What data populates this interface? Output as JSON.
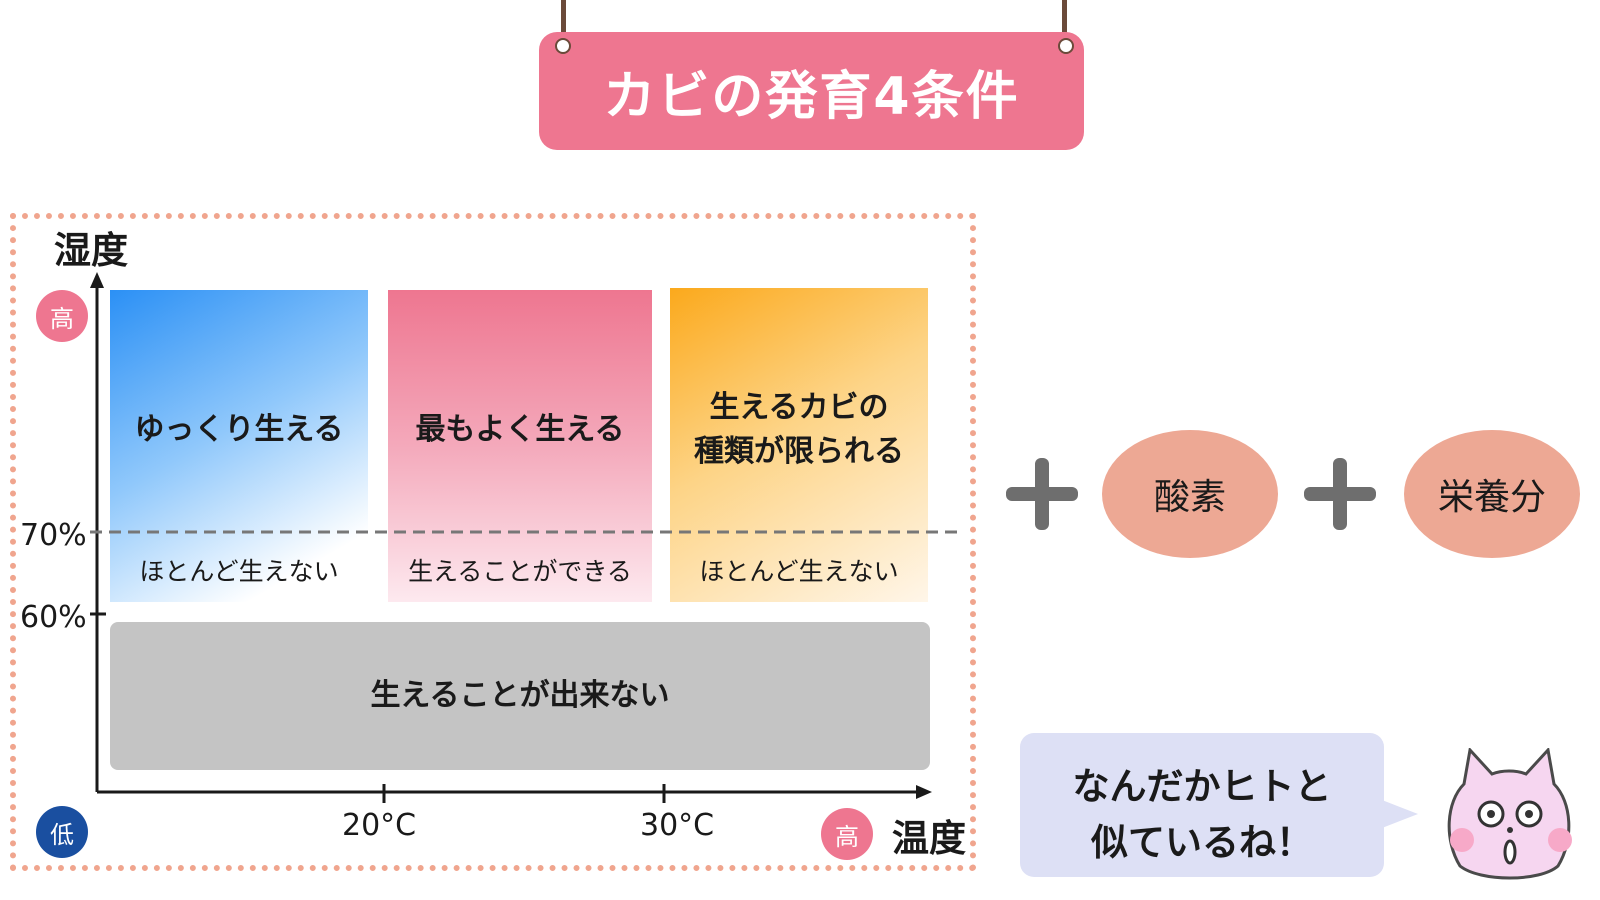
{
  "title": "カビの発育4条件",
  "axes": {
    "y_label": "湿度",
    "x_label": "温度",
    "y_high_badge": "高",
    "origin_badge": "低",
    "x_high_badge": "高",
    "y_ticks": [
      "70%",
      "60%"
    ],
    "x_ticks": [
      "20°C",
      "30°C"
    ]
  },
  "zones": {
    "cold": {
      "main": "ゆっくり生える",
      "below70": "ほとんど生えない"
    },
    "mid": {
      "main": "最もよく生える",
      "below70": "生えることができる"
    },
    "hot": {
      "main_line1": "生えるカビの",
      "main_line2": "種類が限られる",
      "below70": "ほとんど生えない"
    },
    "low": {
      "main": "生えることが出来ない"
    }
  },
  "extras": [
    {
      "label": "酸素"
    },
    {
      "label": "栄養分"
    }
  ],
  "bubble": {
    "line1": "なんだかヒトと",
    "line2": "似ているね！"
  },
  "colors": {
    "sign": "#ee7690",
    "frame_dots": "#f0a58e",
    "badge_high": "#ee7690",
    "badge_low": "#1a4fa0",
    "cold_zone": "#2b90f5",
    "mid_zone": "#ee7690",
    "hot_zone": "#fba91c",
    "low_zone": "#c4c4c4",
    "oval": "#eda894",
    "bubble": "#dde0f5",
    "cat": "#f6d6f0"
  },
  "icons": [
    "cat-character-icon",
    "plus-icon"
  ]
}
